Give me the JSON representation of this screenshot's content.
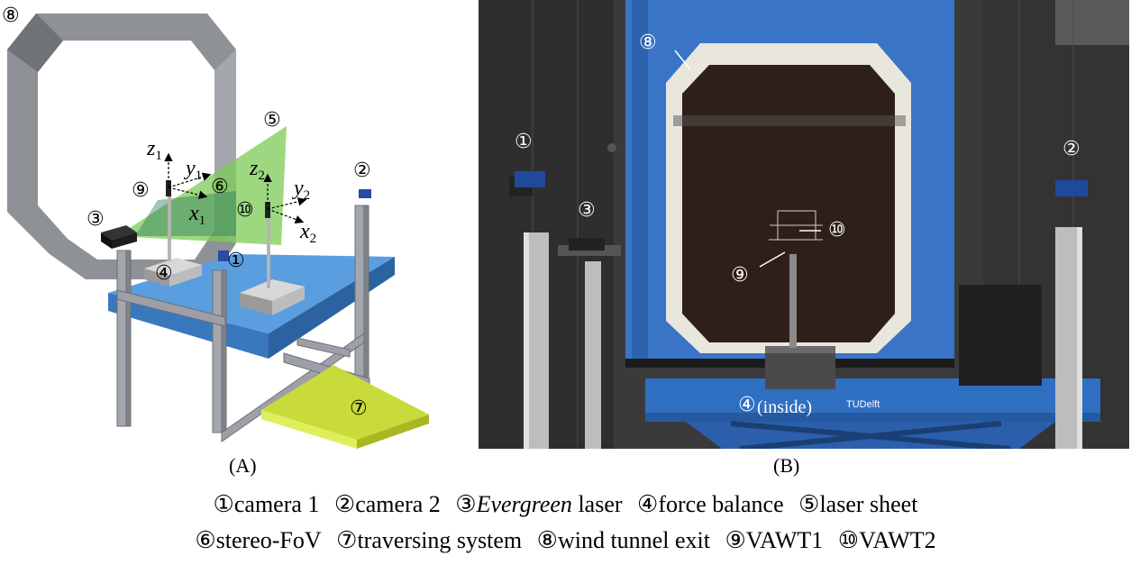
{
  "panel_a": {
    "markers": {
      "exit": "⑧",
      "laser_sheet": "⑤",
      "camera2": "②",
      "vawt1": "⑨",
      "fov": "⑥",
      "vawt2": "⑩",
      "laser": "③",
      "balance": "④",
      "camera1": "①",
      "traverse": "⑦"
    },
    "axes1": {
      "z": "z",
      "z_sub": "1",
      "y": "y",
      "y_sub": "1",
      "x": "x",
      "x_sub": "1"
    },
    "axes2": {
      "z": "z",
      "z_sub": "2",
      "y": "y",
      "y_sub": "2",
      "x": "x",
      "x_sub": "2"
    }
  },
  "panel_b": {
    "markers": {
      "exit": "⑧",
      "camera1": "①",
      "camera2": "②",
      "laser": "③",
      "vawt2": "⑩",
      "vawt1": "⑨",
      "balance": "④",
      "balance_note": "(inside)"
    },
    "table_label": "TUDelft"
  },
  "panel_labels": {
    "a": "(A)",
    "b": "(B)"
  },
  "legend": {
    "line1": [
      {
        "num": "①",
        "text": "camera 1"
      },
      {
        "num": "②",
        "text": "camera 2"
      },
      {
        "num": "③",
        "italic": "Evergreen",
        "text": " laser"
      },
      {
        "num": "④",
        "text": "force balance"
      },
      {
        "num": "⑤",
        "text": "laser sheet"
      }
    ],
    "line2": [
      {
        "num": "⑥",
        "text": "stereo-FoV"
      },
      {
        "num": "⑦",
        "text": "traversing system"
      },
      {
        "num": "⑧",
        "text": "wind tunnel exit"
      },
      {
        "num": "⑨",
        "text": "VAWT1"
      },
      {
        "num": "⑩",
        "text": "VAWT2"
      }
    ]
  },
  "colors": {
    "tunnel_frame": "#8e9196",
    "table_blue": "#4f8fd4",
    "laser_sheet_green": "#7ccb55",
    "traverse_yellow": "#c9db3a",
    "steel": "#9a9ea4",
    "tunnel_blue": "#3a74c6",
    "wall_dark": "#3a3a3a",
    "interior_brown": "#2e1f18"
  }
}
